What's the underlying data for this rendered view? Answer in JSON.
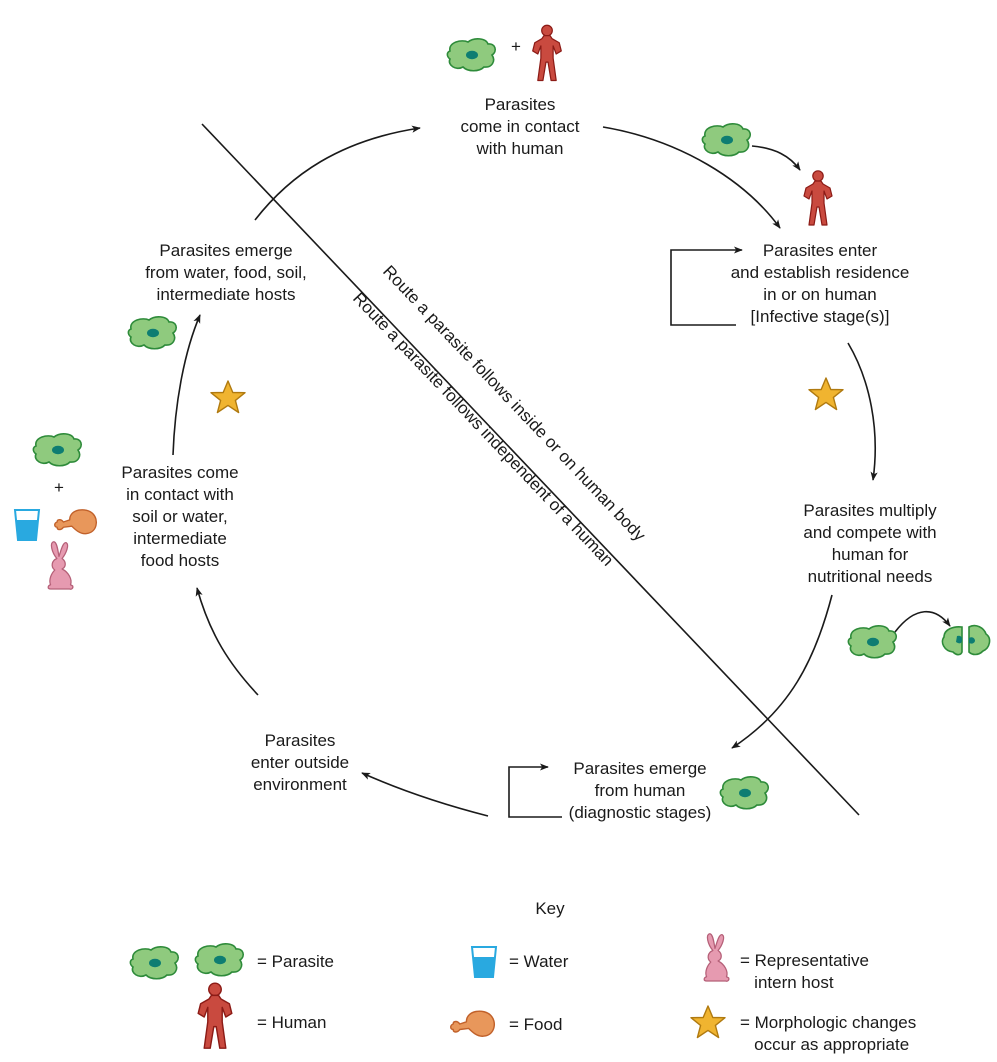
{
  "stages": {
    "contact_human": "Parasites\ncome in contact\nwith human",
    "enter_human": "Parasites enter\nand establish residence\nin or on human\n[Infective stage(s)]",
    "multiply": "Parasites multiply\nand compete with\nhuman for\nnutritional needs",
    "emerge_human": "Parasites emerge\nfrom human\n(diagnostic stages)",
    "enter_outside": "Parasites\nenter outside\nenvironment",
    "contact_soil": "Parasites come\nin contact with\nsoil or water,\nintermediate\nfood hosts",
    "emerge_water": "Parasites emerge\nfrom water, food, soil,\nintermediate hosts"
  },
  "diagonal": {
    "inside": "Route a parasite follows inside or on human body",
    "independent": "Route a parasite follows independent of a human"
  },
  "symbols": {
    "plus": "+"
  },
  "key": {
    "title": "Key",
    "parasite": "= Parasite",
    "human": "= Human",
    "water": "= Water",
    "food": "= Food",
    "host": "= Representative\n   intern host",
    "star": "= Morphologic changes\n   occur as appropriate"
  },
  "colors": {
    "parasite_fill": "#8fca7e",
    "parasite_stroke": "#2e8b3a",
    "parasite_nucleus": "#0e7d72",
    "human_fill": "#c94a3f",
    "human_stroke": "#8c1b16",
    "water": "#29a9e0",
    "food": "#e8975b",
    "rabbit": "#e69ab0",
    "star_fill": "#f0b430",
    "star_stroke": "#b07a10"
  },
  "icons": [
    "parasite-icon",
    "human-icon",
    "water-icon",
    "food-icon",
    "rabbit-icon",
    "star-icon"
  ]
}
